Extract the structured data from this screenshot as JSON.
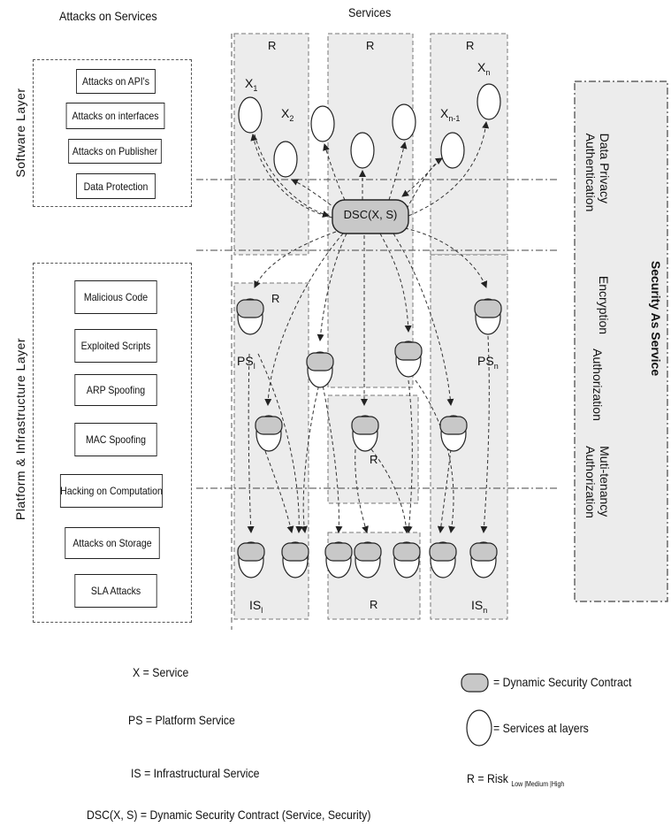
{
  "headers": {
    "attacks_title": "Attacks on Services",
    "services_title": "Services"
  },
  "layers": {
    "software": "Software Layer",
    "platform": "Platform & Infrastructure Layer"
  },
  "software_attacks": [
    "Attacks on API's",
    "Attacks on interfaces",
    "Attacks on Publisher",
    "Data Protection"
  ],
  "platform_attacks": [
    "Malicious Code",
    "Exploited Scripts",
    "ARP Spoofing",
    "MAC Spoofing",
    "Hacking on Computation",
    "Attacks on Storage",
    "SLA Attacks"
  ],
  "risk_label": "R",
  "services": {
    "x1": {
      "base": "X",
      "sub": "1"
    },
    "x2": {
      "base": "X",
      "sub": "2"
    },
    "xn1": {
      "base": "X",
      "sub": "n-1"
    },
    "xn": {
      "base": "X",
      "sub": "n"
    },
    "ps1": {
      "base": "PS",
      "sub": "l"
    },
    "psn": {
      "base": "PS",
      "sub": "n"
    },
    "is1": {
      "base": "IS",
      "sub": "l"
    },
    "isn": {
      "base": "IS",
      "sub": "n"
    }
  },
  "dsc_label": "DSC(X, S)",
  "security_panel": {
    "title": "Security As Service",
    "col1": [
      "Data Privacy",
      "Authentication"
    ],
    "col2": [
      "Encryption"
    ],
    "col3": [
      "Authorization"
    ],
    "col4": [
      "Muti-tenancy",
      "Authorization"
    ]
  },
  "legend": {
    "x": "X = Service",
    "ps": "PS = Platform Service",
    "is": "IS = Infrastructural Service",
    "dsc": "DSC(X, S) = Dynamic Security Contract (Service, Security)",
    "dsc_symbol": "= Dynamic Security Contract",
    "service_symbol": "= Services at layers",
    "risk_prefix": "R = Risk",
    "risk_levels": "Low |Medium |High"
  },
  "colors": {
    "panel_fill": "#ececec",
    "contract_fill": "#c8c8c8",
    "line": "#333333"
  }
}
